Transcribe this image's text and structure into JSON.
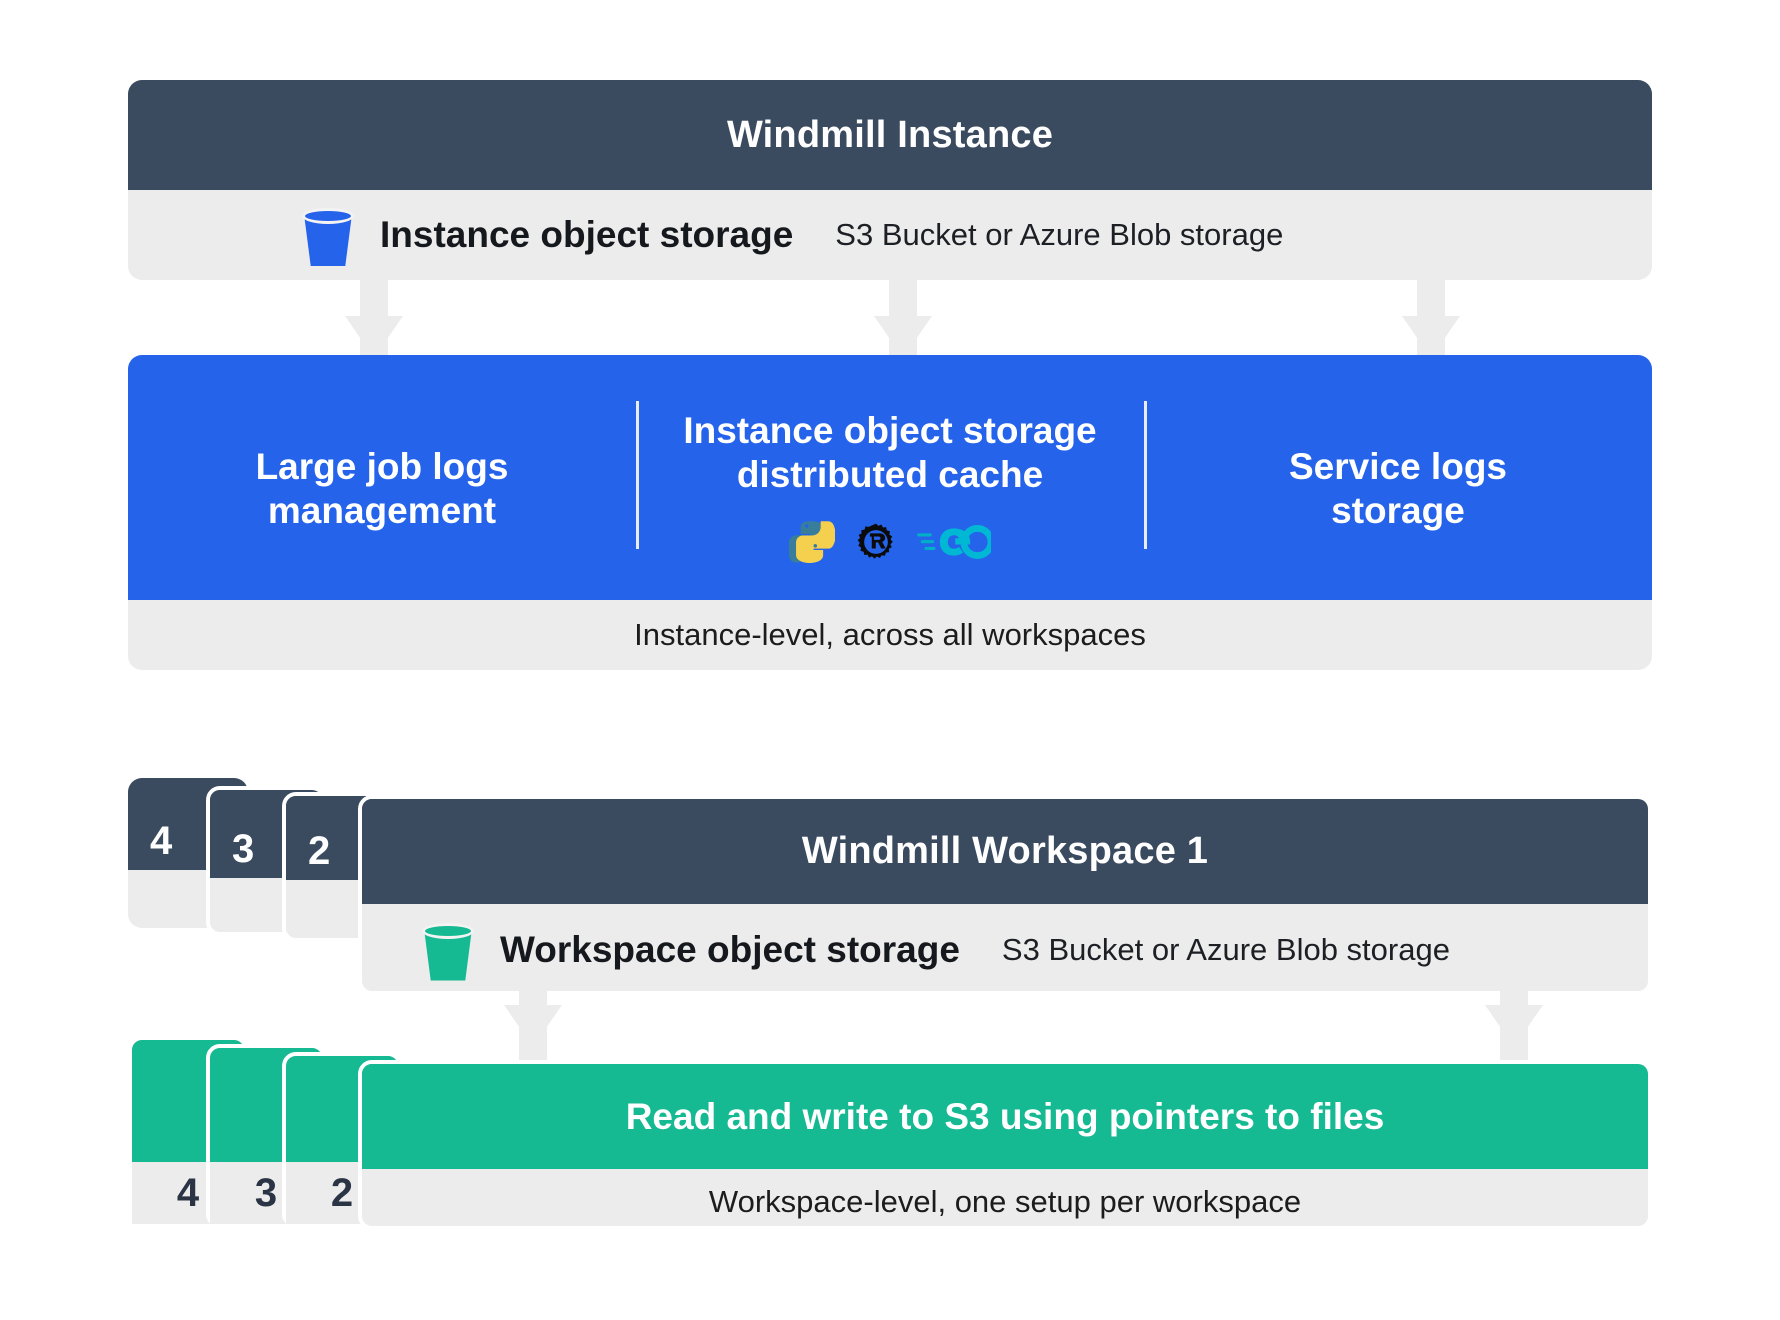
{
  "instance": {
    "title": "Windmill Instance",
    "storage": {
      "icon": "blue-bucket-icon",
      "label": "Instance object storage",
      "sublabel": "S3 Bucket or Azure Blob storage"
    },
    "features": [
      {
        "title": "Large job logs\nmanagement",
        "langs": []
      },
      {
        "title": "Instance object storage\ndistributed cache",
        "langs": [
          "python-logo-icon",
          "rust-logo-icon",
          "go-logo-icon"
        ]
      },
      {
        "title": "Service logs\nstorage",
        "langs": []
      }
    ],
    "footer": "Instance-level, across all workspaces"
  },
  "workspace": {
    "stack_numbers": [
      "4",
      "3",
      "2"
    ],
    "title": "Windmill Workspace 1",
    "storage": {
      "icon": "green-bucket-icon",
      "label": "Workspace object storage",
      "sublabel": "S3 Bucket or Azure Blob storage"
    },
    "action": "Read and write to S3 using pointers to files",
    "footer": "Workspace-level, one setup per workspace",
    "green_stack_numbers": [
      "4",
      "3",
      "2"
    ]
  },
  "colors": {
    "navy": "#3a4a5f",
    "blue": "#2563eb",
    "green": "#15b992",
    "gray": "#ececec"
  }
}
